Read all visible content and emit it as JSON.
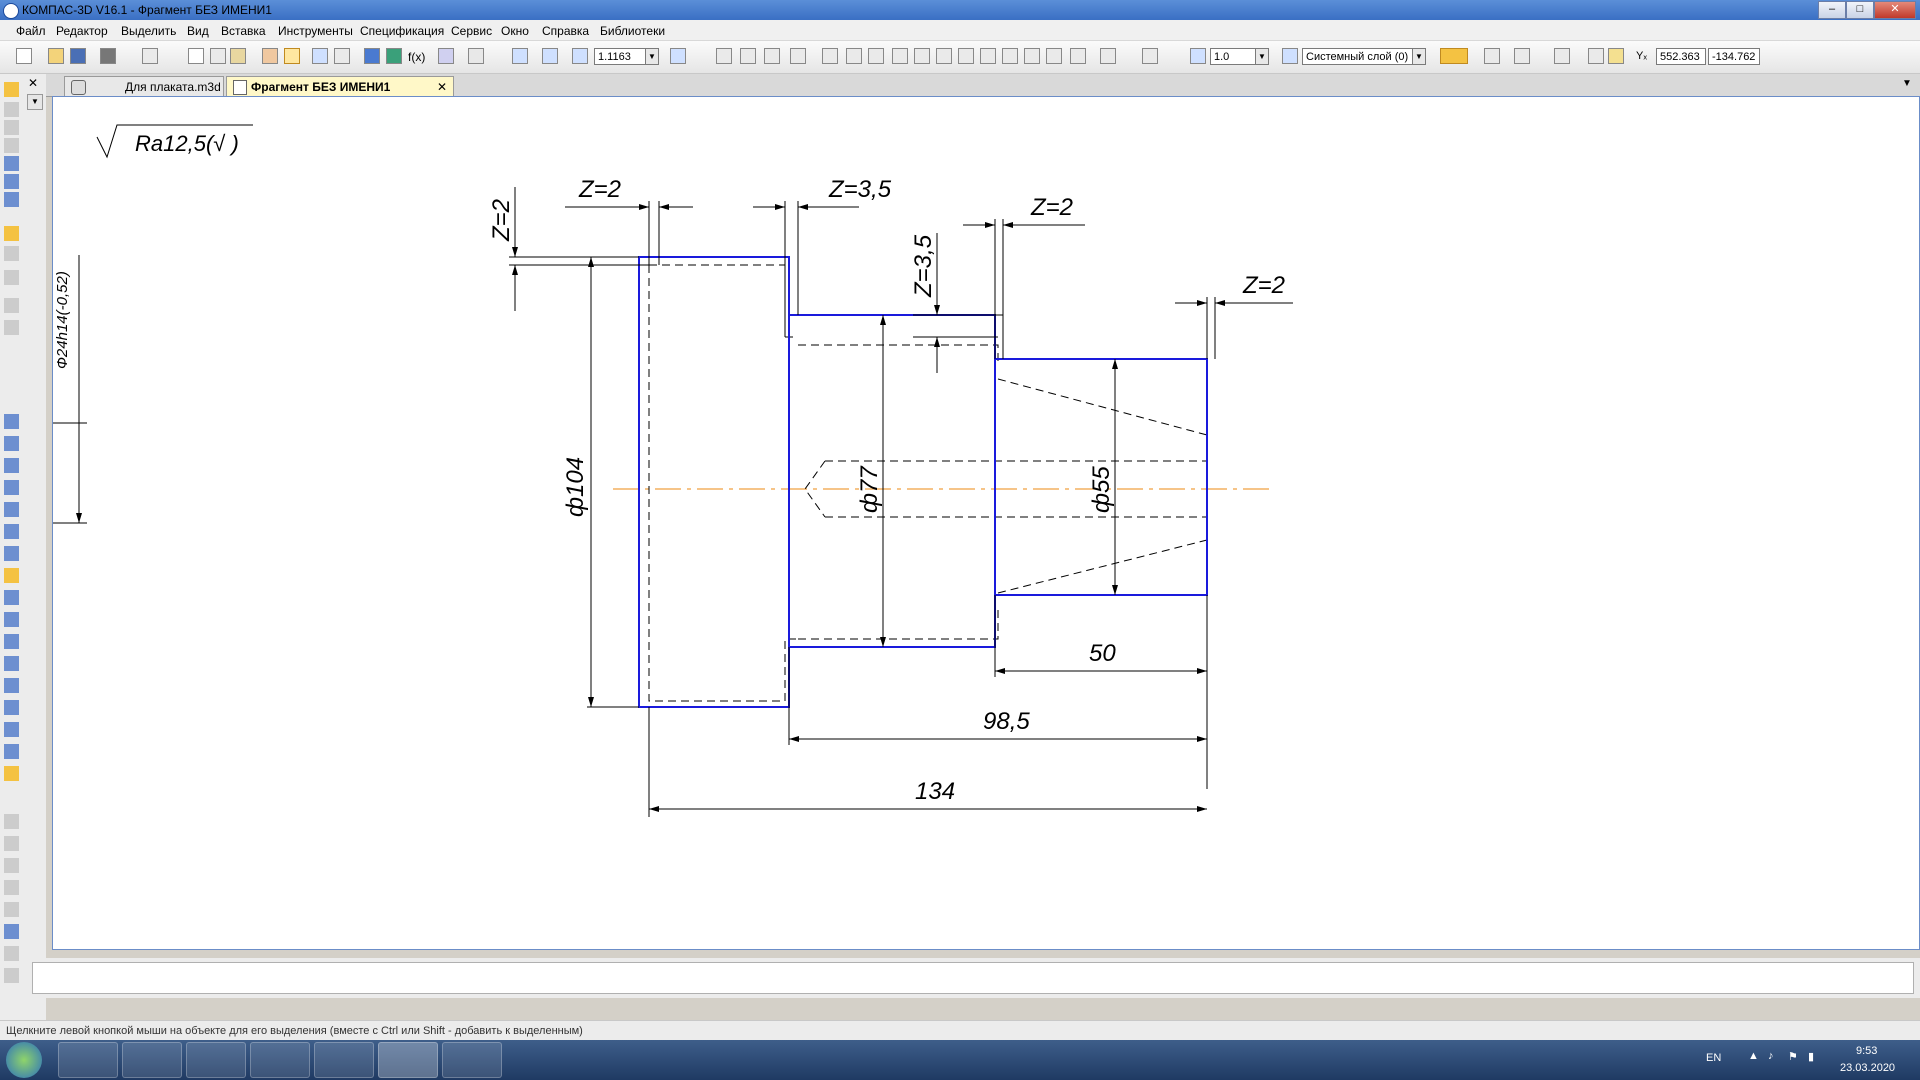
{
  "window": {
    "title": "КОМПАС-3D V16.1 - Фрагмент БЕЗ ИМЕНИ1",
    "controls": {
      "minimize": "–",
      "maximize": "□",
      "close": "✕"
    }
  },
  "menu": [
    "Файл",
    "Редактор",
    "Выделить",
    "Вид",
    "Вставка",
    "Инструменты",
    "Спецификация",
    "Сервис",
    "Окно",
    "Справка",
    "Библиотеки"
  ],
  "toolbar": {
    "zoom_value": "1.1163",
    "step_value": "1.0",
    "layer_value": "Системный слой (0)",
    "coord_x": "552.363",
    "coord_y": "-134.762",
    "function_label": "f(x)",
    "coord_label": "Yₓ"
  },
  "tabs": [
    {
      "label": "Для плаката.m3d",
      "active": false
    },
    {
      "label": "Фрагмент БЕЗ ИМЕНИ1",
      "active": true
    }
  ],
  "drawing": {
    "roughness": "Ra12,5(√ )",
    "allowances": [
      "Z=2",
      "Z=3,5",
      "Z=2",
      "Z=2",
      "Z=3,5",
      "Z=2"
    ],
    "left_dimension": "Ф24h14(-0,52)",
    "diameters": [
      "ф104",
      "ф77",
      "ф55"
    ],
    "lengths": [
      "50",
      "98,5",
      "134"
    ],
    "colors": {
      "contour": "#1a1adc",
      "axis": "#f0a040",
      "dimension": "#000000"
    }
  },
  "status": {
    "hint": "Щелкните левой кнопкой мыши на объекте для его выделения (вместе с Ctrl или Shift - добавить к выделенным)"
  },
  "taskbar": {
    "language": "EN",
    "time": "9:53",
    "date": "23.03.2020"
  }
}
